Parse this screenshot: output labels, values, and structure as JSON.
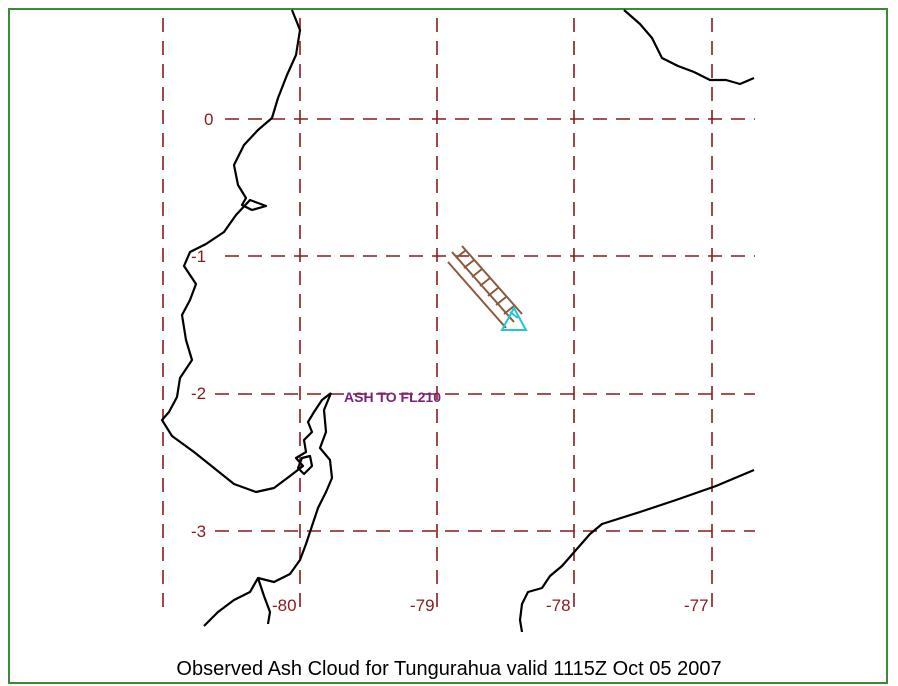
{
  "map": {
    "caption": "Observed Ash Cloud for Tungurahua valid 1115Z Oct 05 2007",
    "annotation": "ASH TO FL210",
    "lat_labels": [
      "0",
      "-1",
      "-2",
      "-3"
    ],
    "lon_labels": [
      "-80",
      "-79",
      "-78",
      "-77"
    ],
    "colors": {
      "grid": "#8b1a1a",
      "coastline": "#000000",
      "annotation": "#7b1f7b",
      "ash_plume": "#8b5a3c",
      "volcano_marker": "#22c6d6",
      "frame": "#3a8a3a"
    },
    "icons": [
      "volcano-triangle-icon"
    ]
  }
}
